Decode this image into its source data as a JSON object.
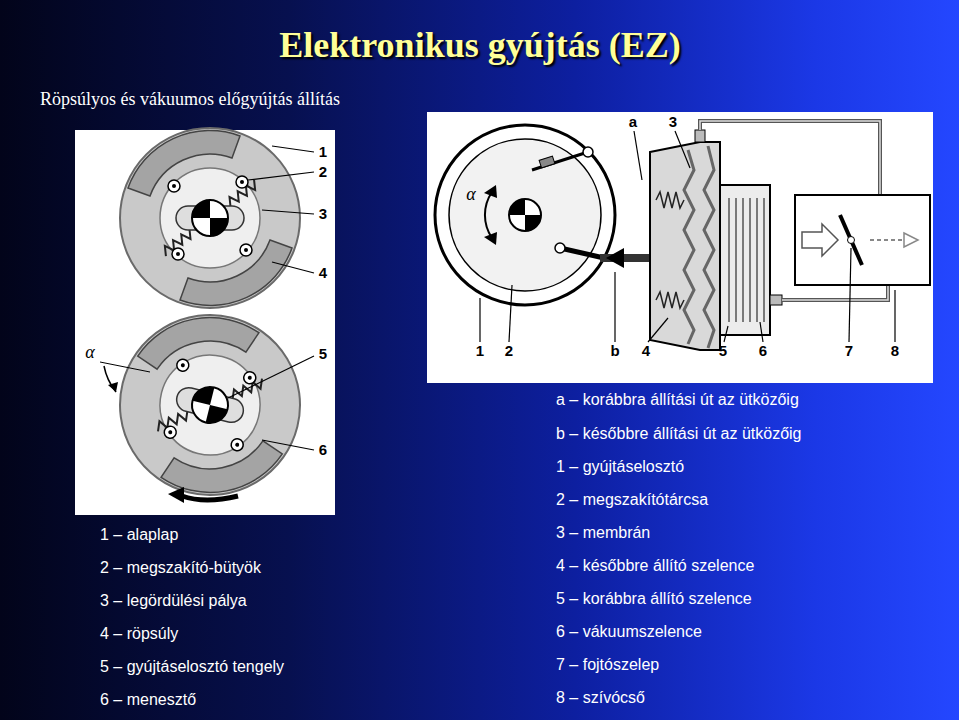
{
  "diagram": {
    "title": "Elektronikus gyújtás (EZ)",
    "labels": [
      "Röpsúlyos és vákuumos előgyújtás állítás",
      "1",
      "2",
      "3",
      "4",
      "α",
      "5",
      "6",
      "a",
      "3",
      "α",
      "1",
      "2",
      "b",
      "4",
      "5",
      "6",
      "7",
      "8",
      "1 – alaplap",
      "2 – megszakító-bütyök",
      "3 – legördülési pálya",
      "4 – röpsúly",
      "5 – gyújtáselosztó tengely",
      "6 – menesztő",
      "a – korábbra állítási út az ütközőig",
      "b – későbbre állítási út az ütközőig",
      "1 – gyújtáselosztó",
      "2 – megszakítótárcsa",
      "3 – membrán",
      "4 – későbbre állító szelence",
      "5 – korábbra állító szelence",
      "6 – vákuumszelence",
      "7 – fojtószelep",
      "8 – szívócső"
    ]
  }
}
